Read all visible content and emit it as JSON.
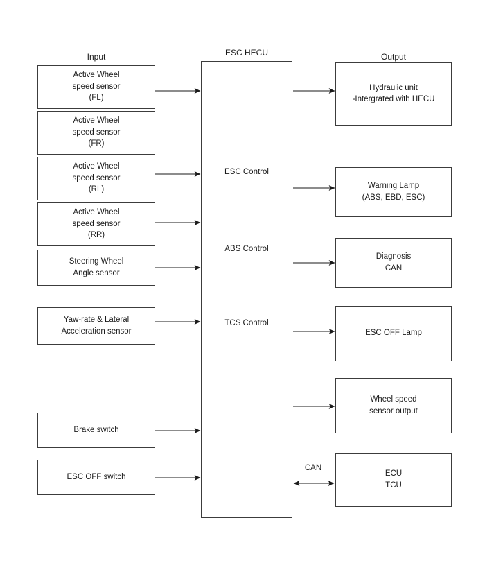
{
  "columns": {
    "input_title": "Input",
    "hecu_title": "ESC HECU",
    "output_title": "Output"
  },
  "inputs": [
    {
      "name": "wheel-speed-sensor-fl",
      "lines": [
        "Active Wheel",
        "speed sensor",
        "(FL)"
      ]
    },
    {
      "name": "wheel-speed-sensor-fr",
      "lines": [
        "Active Wheel",
        "speed sensor",
        "(FR)"
      ]
    },
    {
      "name": "wheel-speed-sensor-rl",
      "lines": [
        "Active Wheel",
        "speed sensor",
        "(RL)"
      ]
    },
    {
      "name": "wheel-speed-sensor-rr",
      "lines": [
        "Active Wheel",
        "speed sensor",
        "(RR)"
      ]
    },
    {
      "name": "steering-wheel-angle-sensor",
      "lines": [
        "Steering Wheel",
        "Angle sensor"
      ]
    },
    {
      "name": "yaw-rate-lateral-acceleration-sensor",
      "lines": [
        "Yaw-rate & Lateral",
        "Acceleration sensor"
      ]
    },
    {
      "name": "brake-switch",
      "lines": [
        "Brake switch"
      ]
    },
    {
      "name": "esc-off-switch",
      "lines": [
        "ESC OFF switch"
      ]
    }
  ],
  "hecu_functions": [
    {
      "name": "esc-control",
      "label": "ESC Control"
    },
    {
      "name": "abs-control",
      "label": "ABS Control"
    },
    {
      "name": "tcs-control",
      "label": "TCS Control"
    }
  ],
  "outputs": [
    {
      "name": "hydraulic-unit",
      "lines": [
        "Hydraulic unit",
        "-Intergrated with HECU"
      ]
    },
    {
      "name": "warning-lamp",
      "lines": [
        "Warning Lamp",
        "(ABS, EBD, ESC)"
      ]
    },
    {
      "name": "diagnosis-can",
      "lines": [
        "Diagnosis",
        "CAN"
      ]
    },
    {
      "name": "esc-off-lamp",
      "lines": [
        "ESC OFF Lamp"
      ]
    },
    {
      "name": "wheel-speed-sensor-output",
      "lines": [
        "Wheel speed",
        "sensor output"
      ]
    },
    {
      "name": "ecu-tcu",
      "lines": [
        "ECU",
        "TCU"
      ]
    }
  ],
  "connection_labels": {
    "can_bus": "CAN"
  },
  "colors": {
    "stroke": "#3c3c3c",
    "wire": "#1a1a1a",
    "background": "#ffffff",
    "text": "#1a1a1a"
  }
}
